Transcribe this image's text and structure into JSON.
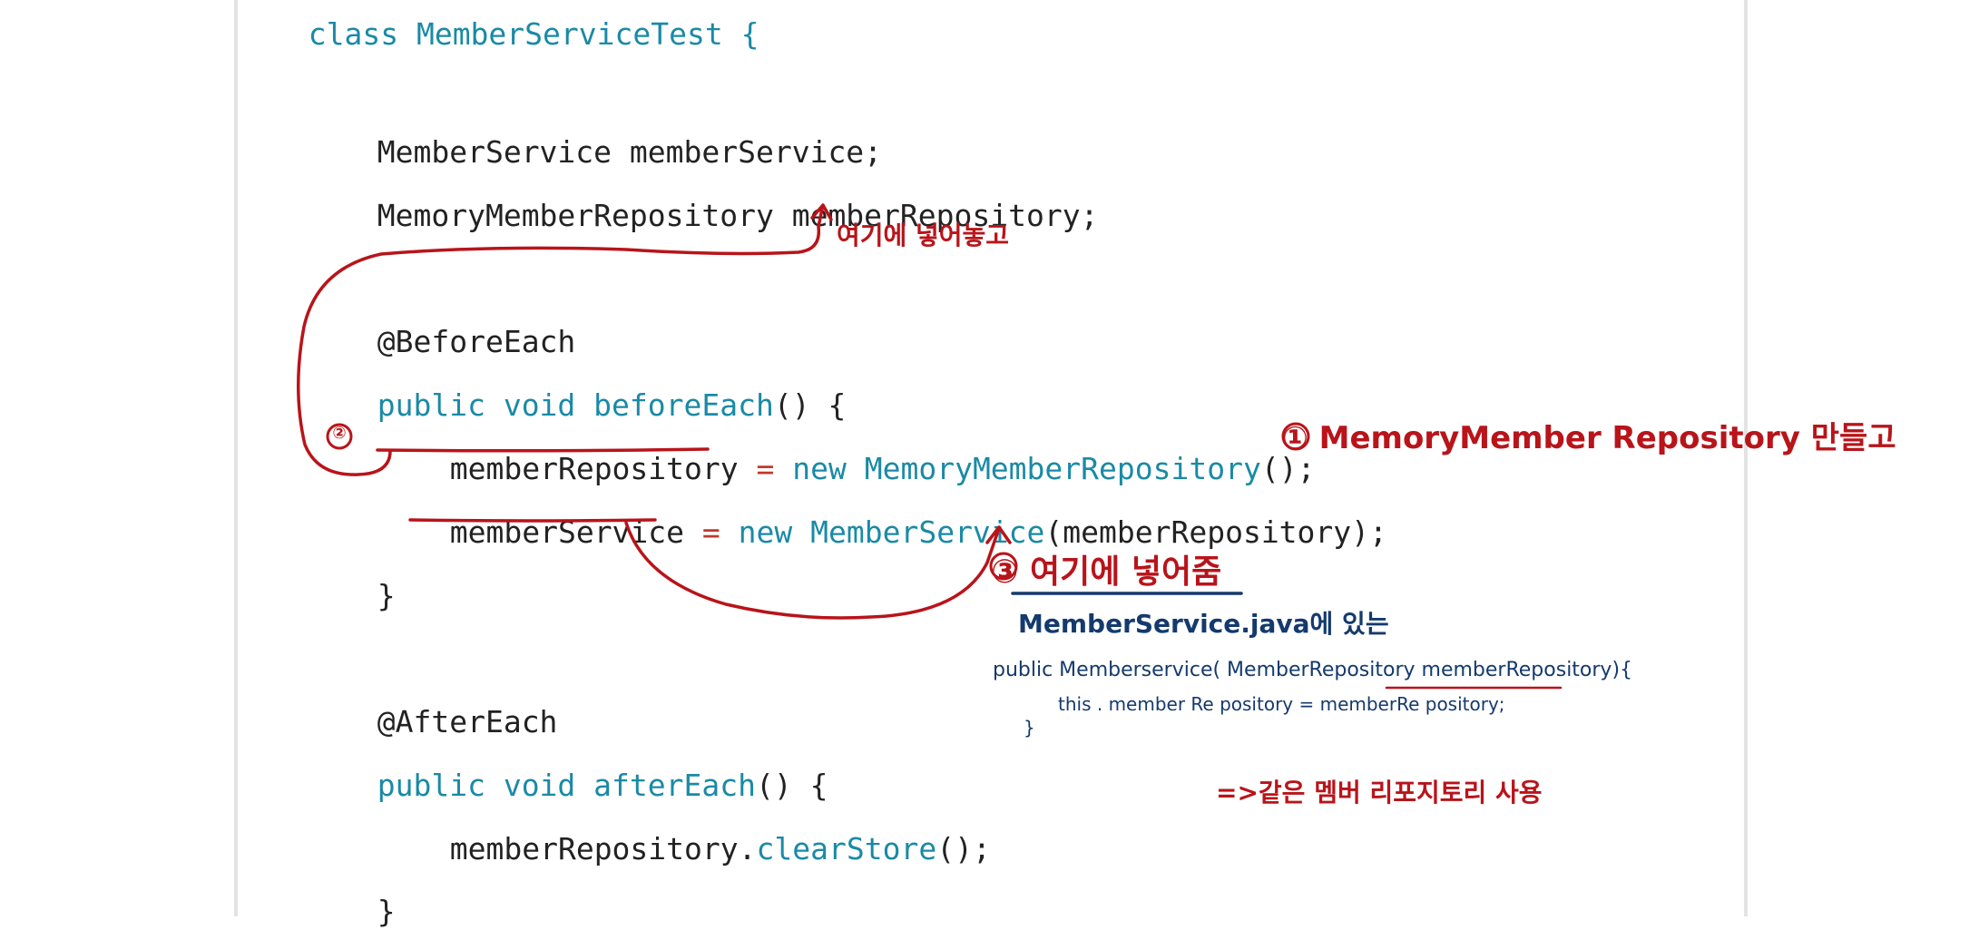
{
  "code": {
    "class_line": "class MemberServiceTest {",
    "field_member_service": "MemberService memberService;",
    "field_repository": "MemoryMemberRepository memberRepository;",
    "before_each_annotation": "@BeforeEach",
    "before_each_kw": "public void ",
    "before_each_name": "beforeEach",
    "before_each_tail": "() {",
    "repo_assign_var": "memberRepository",
    "repo_assign_op": " = ",
    "repo_assign_new": "new ",
    "repo_assign_class": "MemoryMemberRepository",
    "repo_assign_tail": "();",
    "svc_assign_var": "memberService",
    "svc_assign_op": " = ",
    "svc_assign_new": "new ",
    "svc_assign_class": "MemberService",
    "svc_assign_tail": "(memberRepository);",
    "close_brace_1": "}",
    "after_each_annotation": "@AfterEach",
    "after_each_kw": "public void ",
    "after_each_name": "afterEach",
    "after_each_tail": "() {",
    "clear_obj": "memberRepository.",
    "clear_method": "clearStore",
    "clear_tail": "();",
    "close_brace_2": "}"
  },
  "annotations": {
    "note_put_here": "여기에 넣어놓고",
    "note_step1": "① MemoryMember Repository  만들고",
    "note_step2_marker": "②",
    "note_step3": "③ 여기에 넣어줌",
    "note_file": "MemberService.java에 있는",
    "note_constructor": "public  Memberservice( MemberRepository   memberRepository){",
    "note_this_line": "this . member Re pository  = memberRe pository;",
    "note_close": "}",
    "note_same": "=>같은 멤버 리포지토리 사용"
  },
  "colors": {
    "keyword": "#1a8aa6",
    "operator": "#c0392b",
    "ink_red": "#b8141a",
    "ink_navy": "#143a6e"
  }
}
